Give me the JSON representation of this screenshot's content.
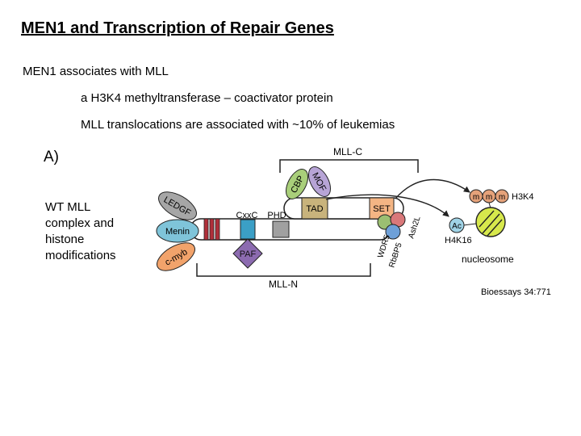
{
  "slide": {
    "title": "MEN1 and Transcription of Repair Genes",
    "bullets": [
      "MEN1 associates with MLL",
      "a H3K4 methyltransferase – coactivator protein",
      "MLL translocations are associated with ~10% of leukemias"
    ],
    "citation": "Bioessays 34:771"
  },
  "diagram": {
    "panel_label": "A)",
    "caption": [
      "WT MLL",
      "complex and",
      "histone",
      "modifications"
    ],
    "bracket_top": "MLL-C",
    "bracket_bottom": "MLL-N",
    "proteins": {
      "ledgf": "LEDGF",
      "menin": "Menin",
      "cmyb": "c-myb",
      "cxxc": "CxxC",
      "phd": "PHD",
      "paf": "PAF",
      "cbp": "CBP",
      "mof": "MOF",
      "tad": "TAD",
      "set": "SET",
      "wdr5": "WDR5",
      "rbbp5": "RbBP5",
      "ash2l": "Ash2L"
    },
    "nucleosome": {
      "m1": "m",
      "m2": "m",
      "m3": "m",
      "h3k4": "H3K4",
      "ac": "Ac",
      "h4k16": "H4K16",
      "label": "nucleosome"
    },
    "colors": {
      "ledgf": "#a6a6a6",
      "menin": "#7fc4d9",
      "cmyb": "#f2a36b",
      "cxxc": "#3b9fc6",
      "phd": "#a0a0a0",
      "paf": "#8c6bb0",
      "cbp": "#a9cf7a",
      "mof": "#b7a4d6",
      "tad": "#c8b37c",
      "set": "#f4b584",
      "wdr5": "#9bbf72",
      "rbbp5": "#6ea0d8",
      "ash2l": "#d9787a",
      "methyl": "#e5a27a",
      "acetyl": "#9fd3e6",
      "nucleosome": "#d7e84c",
      "hook": "#b0303a"
    }
  }
}
